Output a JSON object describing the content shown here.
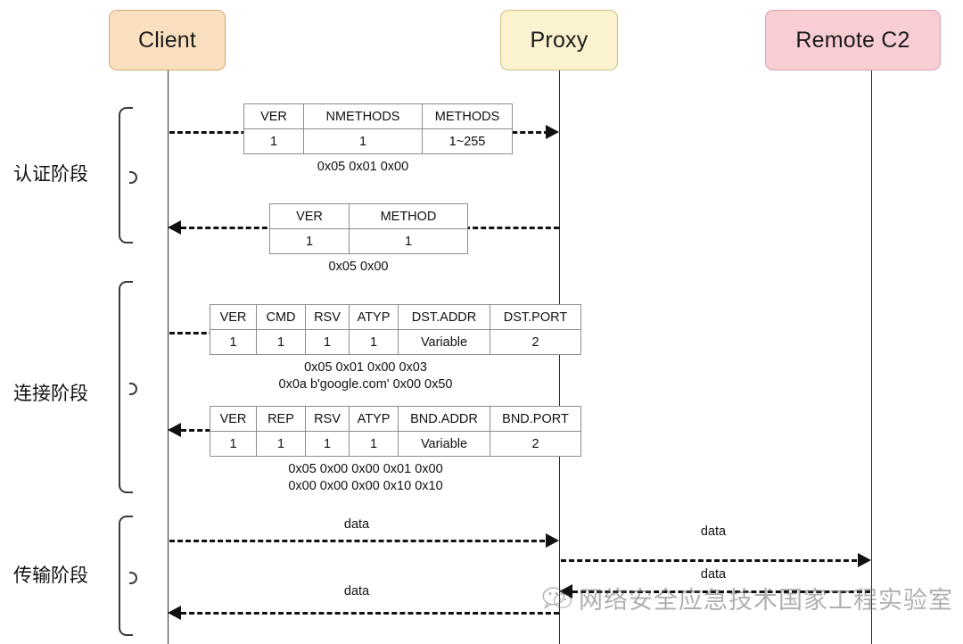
{
  "diagram": {
    "title": "SOCKS5 proxy handshake sequence",
    "actors": [
      {
        "id": "client",
        "label": "Client",
        "color": "#fbe0c0"
      },
      {
        "id": "proxy",
        "label": "Proxy",
        "color": "#fbf3cf"
      },
      {
        "id": "remote",
        "label": "Remote C2",
        "color": "#f8cdd3"
      }
    ],
    "phases": [
      {
        "id": "auth",
        "label": "认证阶段"
      },
      {
        "id": "connect",
        "label": "连接阶段"
      },
      {
        "id": "transfer",
        "label": "传输阶段"
      }
    ],
    "packets": {
      "auth_request": {
        "headers": [
          "VER",
          "NMETHODS",
          "METHODS"
        ],
        "values": [
          "1",
          "1",
          "1~255"
        ],
        "caption": "0x05 0x01 0x00"
      },
      "auth_reply": {
        "headers": [
          "VER",
          "METHOD"
        ],
        "values": [
          "1",
          "1"
        ],
        "caption": "0x05 0x00"
      },
      "connect_request": {
        "headers": [
          "VER",
          "CMD",
          "RSV",
          "ATYP",
          "DST.ADDR",
          "DST.PORT"
        ],
        "values": [
          "1",
          "1",
          "1",
          "1",
          "Variable",
          "2"
        ],
        "caption": "0x05 0x01 0x00 0x03\n0x0a b'google.com'  0x00 0x50"
      },
      "connect_reply": {
        "headers": [
          "VER",
          "REP",
          "RSV",
          "ATYP",
          "BND.ADDR",
          "BND.PORT"
        ],
        "values": [
          "1",
          "1",
          "1",
          "1",
          "Variable",
          "2"
        ],
        "caption": "0x05 0x00 0x00 0x01 0x00\n0x00 0x00 0x00 0x10 0x10"
      }
    },
    "data_messages": [
      {
        "id": "client-to-proxy",
        "label": "data"
      },
      {
        "id": "proxy-to-remote",
        "label": "data"
      },
      {
        "id": "remote-to-proxy",
        "label": "data"
      },
      {
        "id": "proxy-to-client",
        "label": "data"
      }
    ],
    "watermark": {
      "text": "网络安全应急技术国家工程实验室",
      "icon": "wechat-icon"
    }
  }
}
